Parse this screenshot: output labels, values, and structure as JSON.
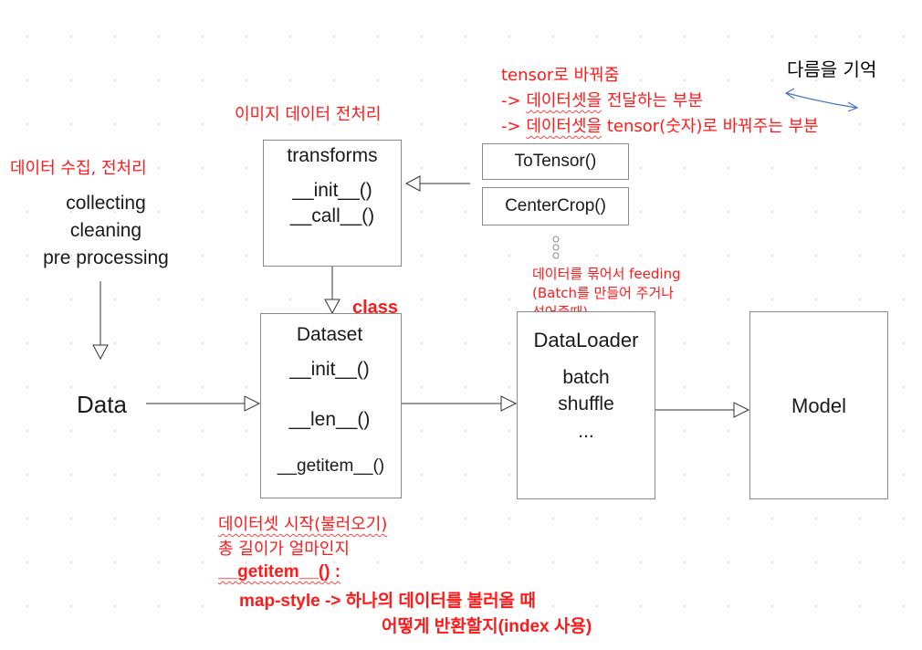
{
  "notes": {
    "remember": "다름을 기억",
    "tensor_title": "tensor로 바꿔줌",
    "tensor_line1_prefix": "-> ",
    "tensor_line1_underlined": "데이터셋을",
    "tensor_line1_rest": " 전달하는 부분",
    "tensor_line2_prefix": "-> ",
    "tensor_line2_underlined": "데이터셋을",
    "tensor_line2_rest": " tensor(숫자)로 바꿔주는 부분",
    "image_preprocess": "이미지 데이터 전처리",
    "collect_preprocess": "데이터 수집, 전처리",
    "batch_note_1": "데이터를 묶어서 feeding",
    "batch_note_2": "(Batch를 만들어 주거나",
    "batch_note_3": "섞어줄때)",
    "class_label": "class",
    "dataset_start": "데이터셋 시작(불러오기)",
    "total_length": "총 길이가 얼마인지",
    "getitem_title": "__getitem__() :",
    "getitem_line1": "map-style -> 하나의 데이터를 불러올 때",
    "getitem_line2": "어떻게 반환할지(index 사용)"
  },
  "collecting": {
    "line1": "collecting",
    "line2": "cleaning",
    "line3": "pre processing"
  },
  "transforms": {
    "title": "transforms",
    "method1": "__init__()",
    "method2": "__call__()"
  },
  "totensor": {
    "label": "ToTensor()"
  },
  "centercrop": {
    "label": "CenterCrop()"
  },
  "data": {
    "label": "Data"
  },
  "dataset": {
    "title": "Dataset",
    "method1": "__init__()",
    "method2": "__len__()",
    "method3": "__getitem__()"
  },
  "dataloader": {
    "title": "DataLoader",
    "line1": "batch",
    "line2": "shuffle",
    "line3": "..."
  },
  "model": {
    "label": "Model"
  },
  "colors": {
    "annotation": "#ff1a1a",
    "text": "#1a1a1a",
    "border": "#8a8a8a",
    "blue_arrow": "#4472c4"
  }
}
